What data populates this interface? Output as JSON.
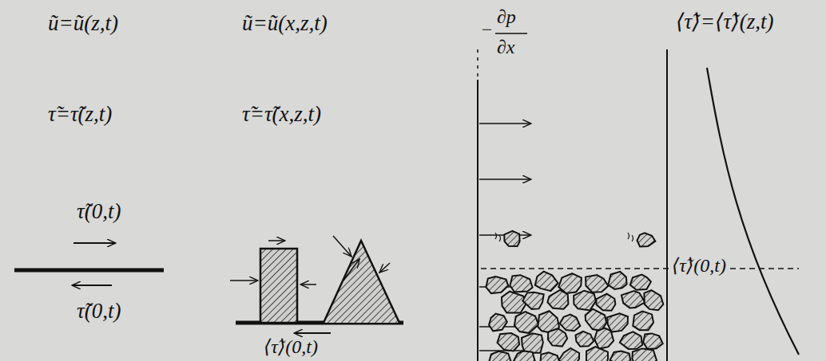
{
  "diagram": {
    "labels": [
      "ũ=ũ(z,t)",
      "τ̃=τ̃(z,t)",
      "τ̃(0,t)",
      "τ̃(0,t)",
      "ũ=ũ(x,z,t)",
      "τ̃=τ̃(x,z,t)",
      "⟨τ̃⟩(0,t)",
      "−",
      "∂p",
      "∂x",
      "⟨τ̃⟩=⟨τ̃⟩(z,t)",
      "⟨τ̃⟩(0,t)"
    ]
  }
}
